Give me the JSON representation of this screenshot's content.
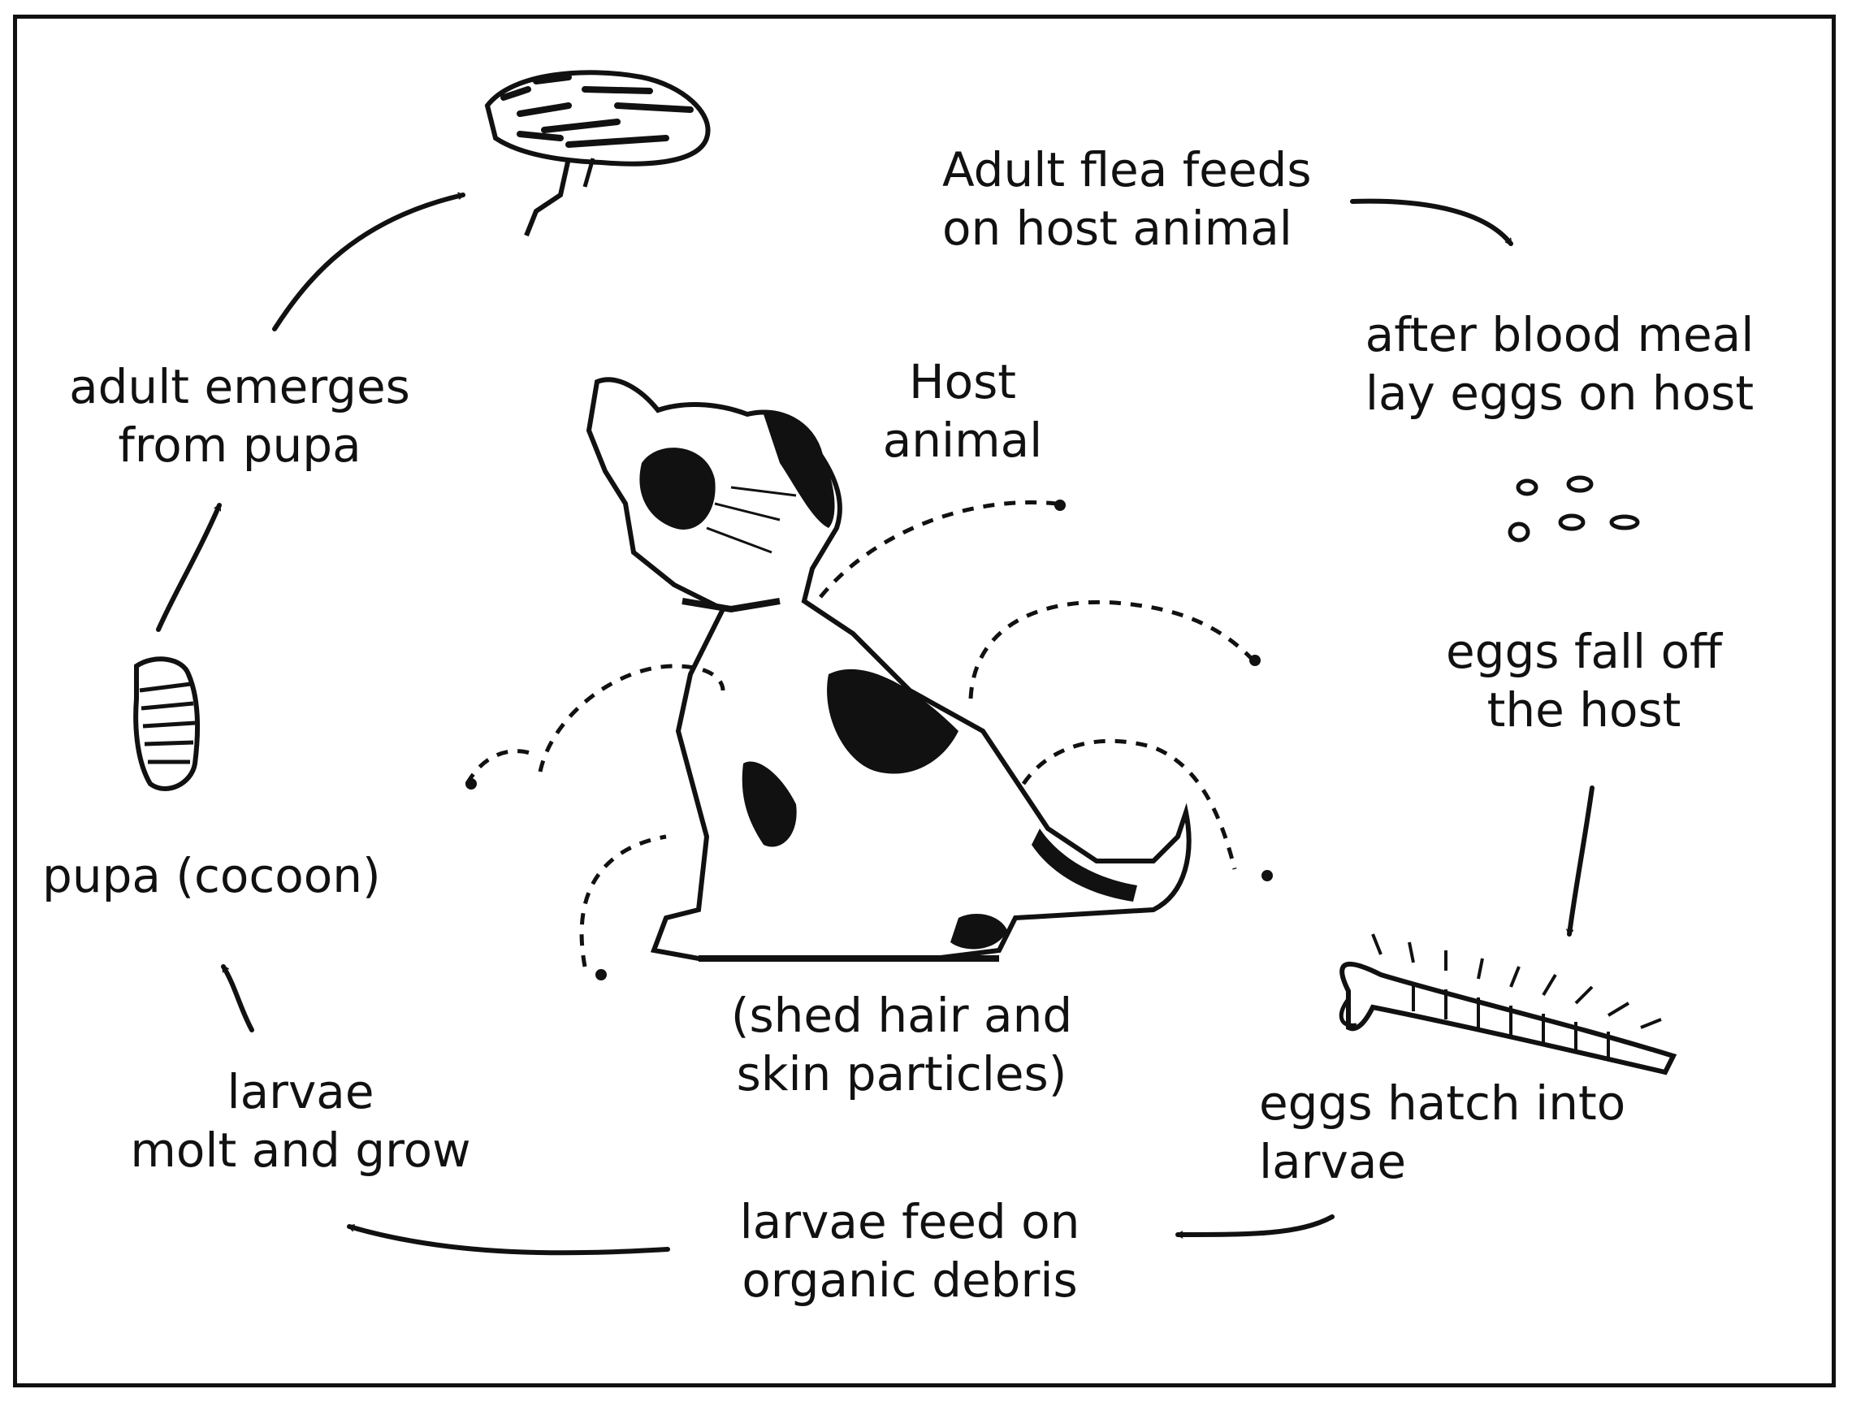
{
  "diagram": {
    "labels": {
      "adult_feeds": "Adult flea feeds\non host animal",
      "lay_eggs": "after blood meal\nlay eggs on host",
      "eggs_fall": "eggs fall off\nthe host",
      "eggs_hatch": "eggs hatch into\nlarvae",
      "larvae_feed": "larvae feed on\norganic debris",
      "larvae_molt": "larvae\nmolt and grow",
      "pupa": "pupa (cocoon)",
      "adult_emerges": "adult emerges\nfrom pupa",
      "host_animal": "Host\nanimal",
      "shed_hair": "(shed hair and\nskin particles)"
    },
    "icons": [
      "flea-icon",
      "eggs-icon",
      "larva-icon",
      "pupa-icon",
      "dog-illustration"
    ],
    "colors": {
      "ink": "#111111",
      "background": "#ffffff"
    }
  }
}
